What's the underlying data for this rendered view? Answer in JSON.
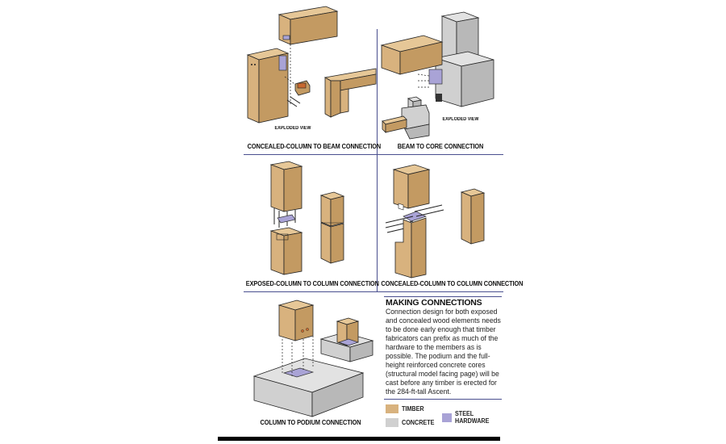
{
  "panels": {
    "concealed_column_to_beam": {
      "caption": "CONCEALED-COLUMN TO BEAM CONNECTION",
      "sub_label": "EXPLODED VIEW"
    },
    "beam_to_core": {
      "caption": "BEAM TO CORE CONNECTION",
      "sub_label": "EXPLODED VIEW"
    },
    "exposed_column_to_column": {
      "caption": "EXPOSED-COLUMN TO COLUMN CONNECTION"
    },
    "concealed_column_to_column": {
      "caption": "CONCEALED-COLUMN TO COLUMN CONNECTION"
    },
    "column_to_podium": {
      "caption": "COLUMN TO PODIUM CONNECTION"
    }
  },
  "sidebar": {
    "title": "MAKING CONNECTIONS",
    "body": "Connection design for both exposed and concealed wood elements needs to be done early enough that timber fabricators can prefix as much of the hardware to the members as is possible. The podium and the full-height reinforced concrete cores (structural model facing page) will be cast before any timber is erected for the 284-ft-tall Ascent."
  },
  "legend": {
    "items": [
      {
        "label": "TIMBER",
        "color": "#d8b27e"
      },
      {
        "label": "CONCRETE",
        "color": "#d0d0d0"
      },
      {
        "label": "STEEL\nHARDWARE",
        "color": "#a9a3d6"
      }
    ]
  }
}
